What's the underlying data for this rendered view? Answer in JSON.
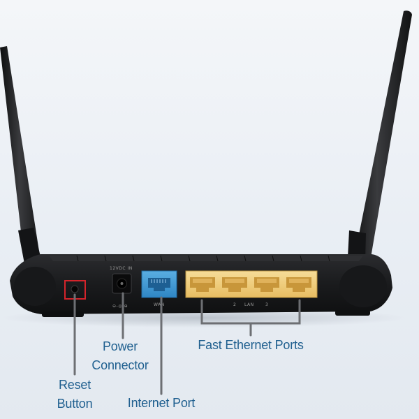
{
  "colors": {
    "callout_text": "#1f5f8f",
    "leader_line": "#6d6f73",
    "highlight_reset": "#d4242b",
    "wan_port": "#3e98d3",
    "lan_ports": "#f0cd7e",
    "router_body": "#1c1d1f",
    "background": "#eef2f6"
  },
  "panel_labels": {
    "power_in": "12VDC IN",
    "power_polarity": "⊖-◎-⊕",
    "wan": "WAN",
    "lan": "LAN",
    "lan_port_2": "2",
    "lan_port_3": "3"
  },
  "callouts": {
    "reset": [
      "Reset",
      "Button"
    ],
    "power": [
      "Power",
      "Connector"
    ],
    "internet": "Internet Port",
    "ethernet": "Fast Ethernet Ports"
  }
}
